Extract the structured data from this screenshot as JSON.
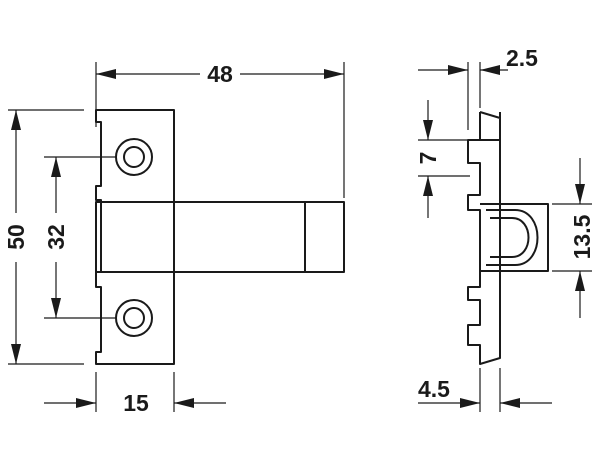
{
  "dimensions": {
    "width_overall": "48",
    "height_overall": "50",
    "hole_spacing": "32",
    "plate_width": "15",
    "side_thickness": "2.5",
    "tooth_pitch": "7",
    "clip_height": "13.5",
    "clip_depth": "4.5"
  }
}
